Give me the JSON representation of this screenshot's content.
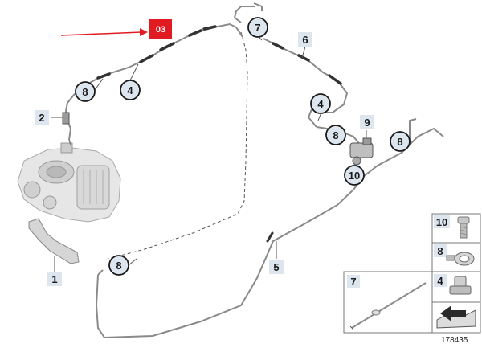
{
  "diagram": {
    "highlight": {
      "label": "03",
      "color": "#e11b22"
    },
    "part_numbers": {
      "p1": "1",
      "p2": "2",
      "p4a": "4",
      "p4b": "4",
      "p5": "5",
      "p6": "6",
      "p7": "7",
      "p8a": "8",
      "p8b": "8",
      "p8c": "8",
      "p8d": "8",
      "p9": "9",
      "p10": "10"
    },
    "legend": {
      "item10": "10",
      "item8": "8",
      "item4": "4",
      "item7": "7"
    },
    "diagram_id": "178435"
  },
  "colors": {
    "accent_red": "#e11b22",
    "callout_fill": "#dde6ef",
    "callout_stroke": "#1a1a1a",
    "line": "#8a8a8a"
  }
}
